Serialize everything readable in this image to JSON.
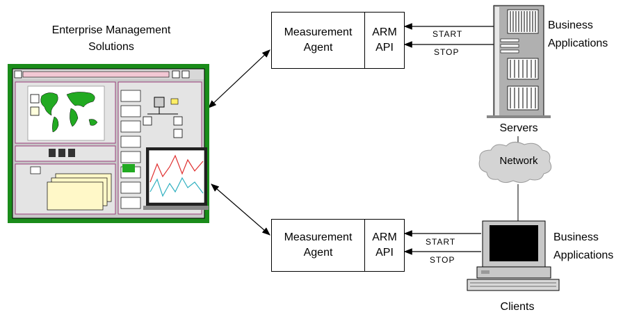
{
  "console": {
    "title_line1": "Enterprise Management",
    "title_line2": "Solutions"
  },
  "top_agent": {
    "agent_line1": "Measurement",
    "agent_line2": "Agent",
    "api_line1": "ARM",
    "api_line2": "API"
  },
  "bottom_agent": {
    "agent_line1": "Measurement",
    "agent_line2": "Agent",
    "api_line1": "ARM",
    "api_line2": "API"
  },
  "top_calls": {
    "start": "START",
    "stop": "STOP"
  },
  "bottom_calls": {
    "start": "START",
    "stop": "STOP"
  },
  "top_apps": {
    "line1": "Business",
    "line2": "Applications"
  },
  "bottom_apps": {
    "line1": "Business",
    "line2": "Applications"
  },
  "servers_label": "Servers",
  "network_label": "Network",
  "clients_label": "Clients",
  "colors": {
    "frame_green": "#1a8c1a",
    "window_grey": "#c0c0c0",
    "map_green": "#22aa22",
    "chart_red": "#e03030",
    "chart_cyan": "#30b0c0"
  }
}
